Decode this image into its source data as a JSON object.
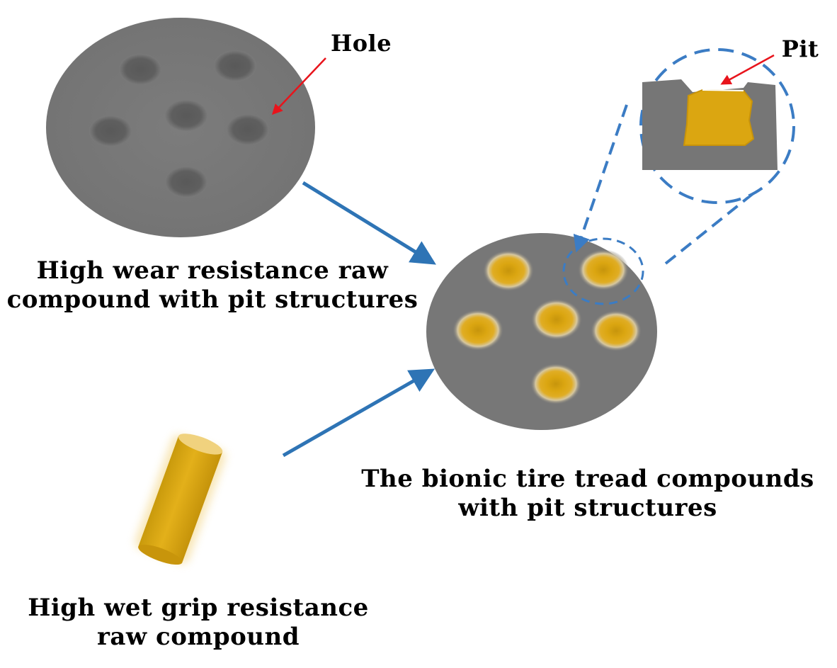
{
  "labels": {
    "hole": "Hole",
    "pit": "Pit",
    "raw_compound_line1": "High wear resistance raw",
    "raw_compound_line2": "compound with pit structures",
    "bionic_line1": "The bionic tire tread compounds",
    "bionic_line2": "with pit structures",
    "wet_grip_line1": "High wet grip resistance",
    "wet_grip_line2": "raw compound"
  },
  "colors": {
    "rubber_gray": "#7a7a7a",
    "hole_gray": "#5e5e5e",
    "filler_gold": "#d9a50e",
    "flow_arrow_blue": "#2e74b5",
    "pointer_red": "#e8141c",
    "dashed_blue": "#3b7cc4"
  },
  "icons": [
    "holed-disc-icon",
    "bionic-disc-icon",
    "cylinder-icon",
    "pit-closeup-icon"
  ]
}
